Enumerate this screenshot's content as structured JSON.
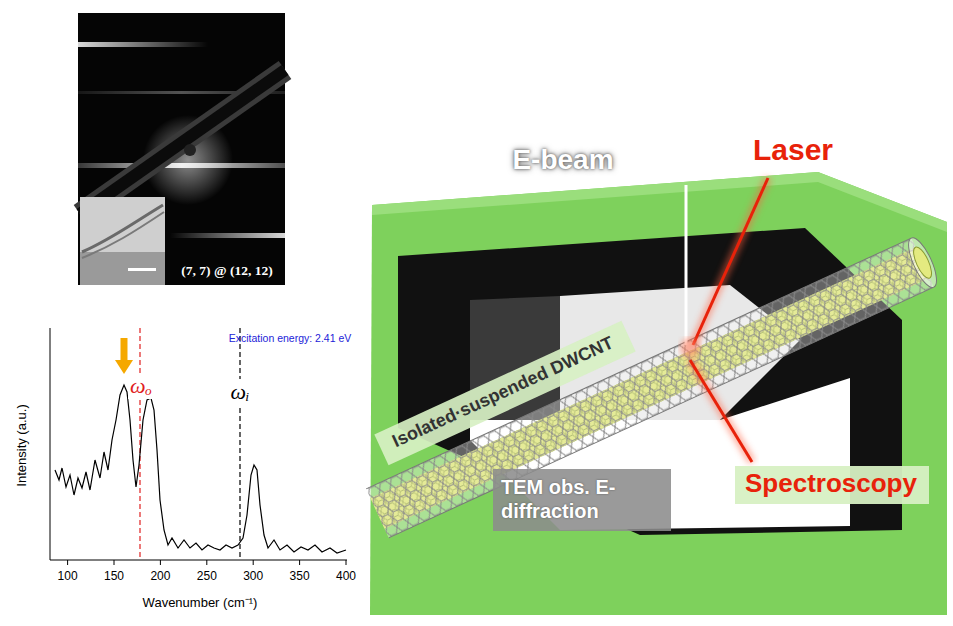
{
  "diagram": {
    "nodes": [
      {
        "text": [
          "Isolated·suspended DWCNT"
        ]
      },
      {
        "text": [
          "TEM obs. E-diffraction"
        ]
      },
      {
        "text": [
          "Spectroscopy"
        ]
      }
    ],
    "labels": [
      "(7, 7) @ (12, 12)",
      "Excitation energy: 2.41 eV",
      "ωₒ",
      "ωᵢ",
      "Intensity (a.u.)",
      "Wavenumber (cm⁻¹)",
      "100",
      "150",
      "200",
      "250",
      "300",
      "350",
      "400",
      "E-beam",
      "Laser"
    ]
  }
}
